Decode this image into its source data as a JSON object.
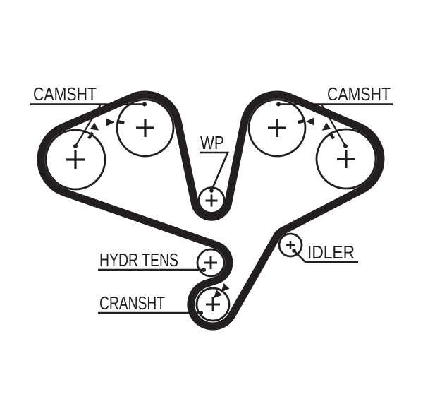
{
  "diagram": {
    "type": "timing belt routing diagram",
    "background_color": "#ffffff",
    "ink_color": "#231f20",
    "labels": {
      "camshaft_left": "CAMSHT",
      "camshaft_right": "CAMSHT",
      "water_pump": "WP",
      "hydraulic_tensioner": "HYDR TENS",
      "crankshaft": "CRANSHT",
      "idler": "IDLER"
    },
    "pulleys": [
      {
        "name": "camshaft-pulley-left-outer",
        "label": "CAMSHT"
      },
      {
        "name": "camshaft-pulley-left-inner",
        "label": "CAMSHT"
      },
      {
        "name": "camshaft-pulley-right-inner",
        "label": "CAMSHT"
      },
      {
        "name": "camshaft-pulley-right-outer",
        "label": "CAMSHT"
      },
      {
        "name": "water-pump-pulley",
        "label": "WP"
      },
      {
        "name": "hydraulic-tensioner-pulley",
        "label": "HYDR TENS"
      },
      {
        "name": "crankshaft-pulley",
        "label": "CRANSHT"
      },
      {
        "name": "idler-pulley",
        "label": "IDLER"
      }
    ]
  }
}
